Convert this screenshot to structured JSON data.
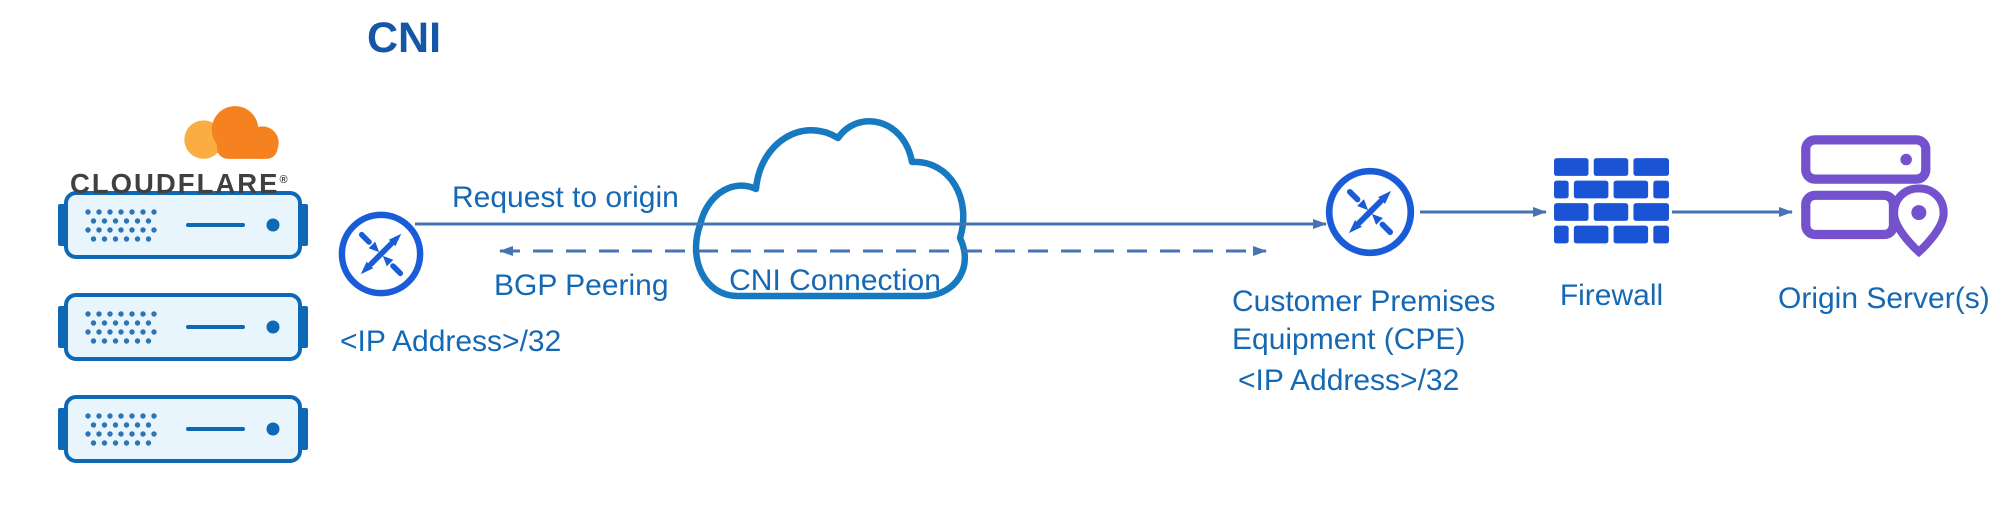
{
  "title": "CNI",
  "cloudflare": {
    "wordmark": "CLOUDFLARE",
    "registered": "®"
  },
  "nodes": {
    "edge_router": {
      "ip": "<IP Address>/32"
    },
    "cpe": {
      "label": "Customer Premises Equipment (CPE)",
      "ip": "<IP Address>/32"
    },
    "firewall": {
      "label": "Firewall"
    },
    "origin": {
      "label": "Origin Server(s)"
    }
  },
  "connections": {
    "request_to_origin": "Request to origin",
    "bgp_peering": "BGP Peering",
    "cni_connection": "CNI Connection"
  },
  "icons": {
    "cloudflare_logo": "cloudflare-cloud-icon",
    "edge_servers": "server-icon",
    "edge_router": "router-interconnect-icon",
    "cni_cloud": "cni-cloud-icon",
    "cpe_router": "router-interconnect-icon",
    "firewall": "firewall-brick-icon",
    "origin": "origin-server-pin-icon"
  },
  "colors": {
    "label_blue": "#1568b3",
    "title_blue": "#1656a6",
    "icon_blue": "#1a5cd8",
    "cloud_stroke_blue": "#1779c0",
    "line_blue": "#4673b4",
    "server_stroke_blue": "#0d68b6",
    "server_fill": "#e8f5fc",
    "purple": "#7451cd",
    "orange": "#f6821f",
    "orange_light": "#fbad41",
    "wordmark_dark": "#404041"
  }
}
